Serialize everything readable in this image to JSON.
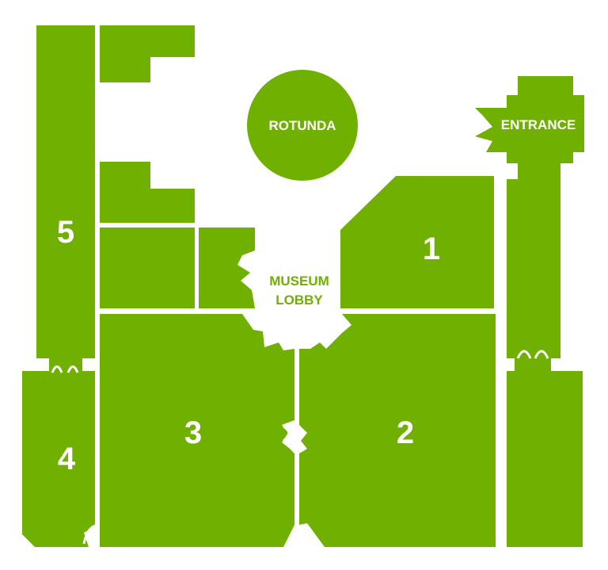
{
  "colors": {
    "room_fill": "#6fb000",
    "background": "#ffffff",
    "label": "#ffffff"
  },
  "rooms": {
    "room_1": "1",
    "room_2": "2",
    "room_3": "3",
    "room_4": "4",
    "room_5": "5"
  },
  "areas": {
    "rotunda": "ROTUNDA",
    "entrance": "ENTRANCE",
    "lobby_line1": "MUSEUM",
    "lobby_line2": "LOBBY"
  }
}
